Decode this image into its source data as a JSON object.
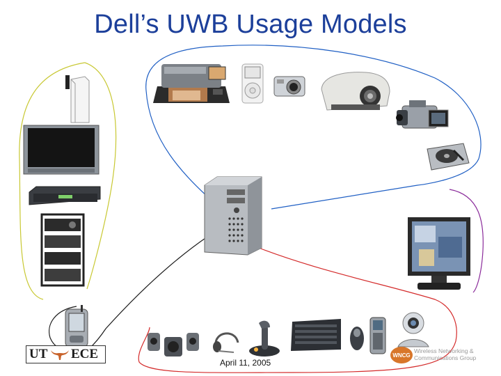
{
  "slide": {
    "title": "Dell’s UWB Usage Models",
    "date": "April 11, 2005",
    "logo_left": {
      "part1": "UT",
      "part2": "ECE"
    },
    "logo_right": {
      "badge": "WNCG",
      "line1": "Wireless Networking &",
      "line2": "Communications Group"
    }
  },
  "colors": {
    "title": "#1c3f9a",
    "link_blue": "#1f5fc4",
    "link_olive": "#c8c832",
    "link_red": "#d42a2a",
    "link_purple": "#8a2a9a",
    "link_black": "#1a1a1a",
    "wncg_badge": "#d8762a"
  },
  "devices": [
    "photo-printer",
    "mp3-player",
    "digital-camera",
    "projector",
    "camcorder",
    "hard-drive",
    "wireless-router",
    "flat-tv",
    "set-top-box",
    "av-rack",
    "pc-tower",
    "lcd-monitor",
    "pda",
    "speakers",
    "headset",
    "joystick",
    "keyboard",
    "mouse",
    "phone",
    "webcam"
  ]
}
